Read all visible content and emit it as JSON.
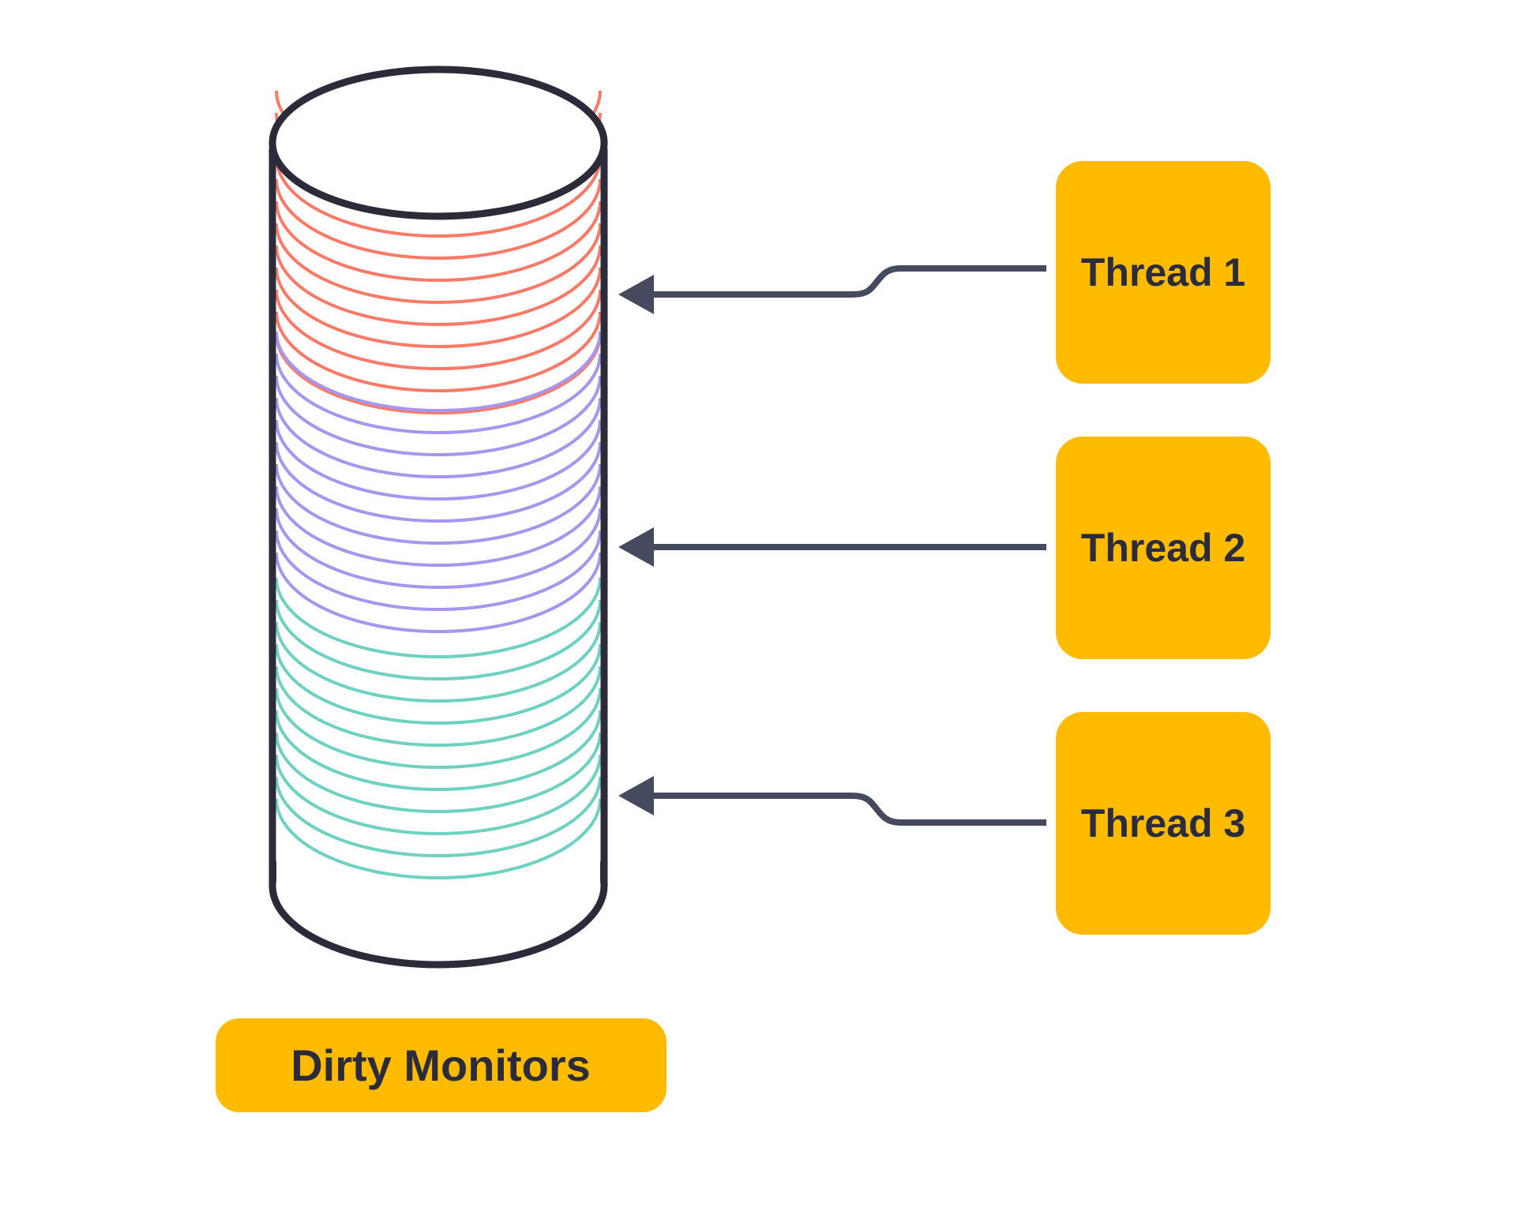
{
  "diagram": {
    "storage_label": "Dirty Monitors",
    "threads": [
      {
        "label": "Thread 1"
      },
      {
        "label": "Thread 2"
      },
      {
        "label": "Thread 3"
      }
    ]
  },
  "colors": {
    "background": "#ffffff",
    "outline": "#2b2b3a",
    "box_fill": "#ffbb00",
    "arrow": "#454a5e",
    "segment_thread1": "#fa7a68",
    "segment_thread2": "#a796ee",
    "segment_thread3": "#6fd1c1"
  }
}
